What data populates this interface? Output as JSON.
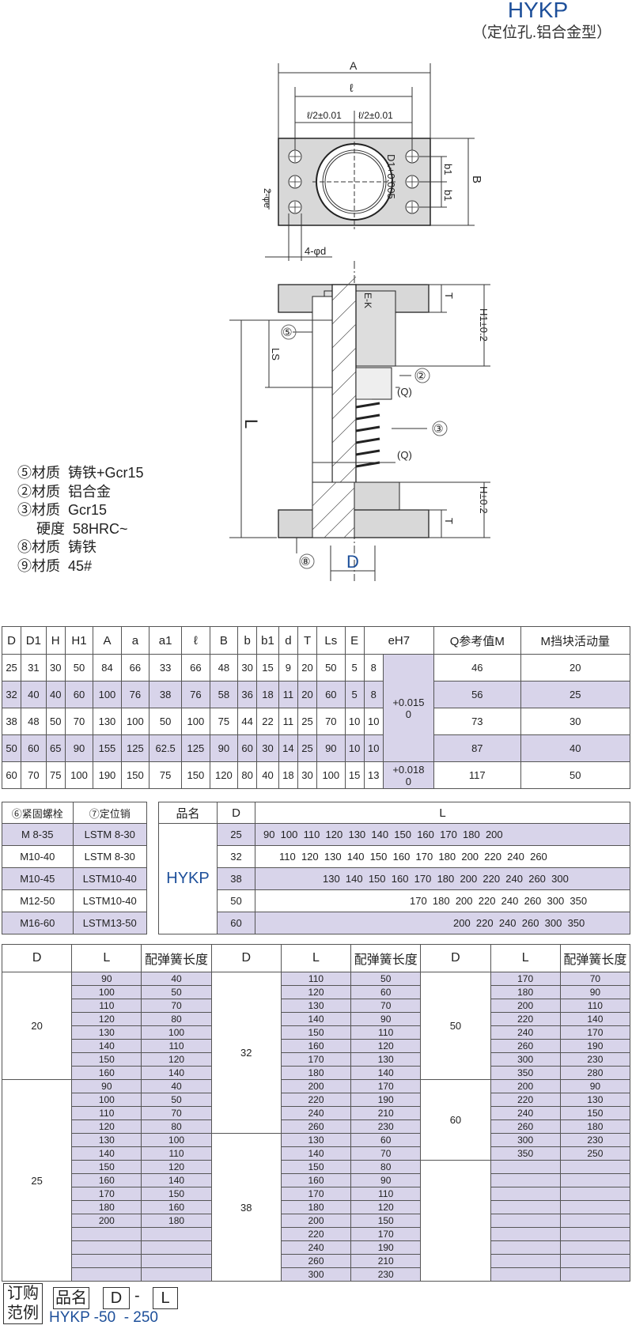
{
  "header": {
    "title": "HYKP",
    "subtitle": "（定位孔.铝合金型）"
  },
  "drawing": {
    "top_labels": {
      "A": "A",
      "l": "ℓ",
      "l2a": "ℓ/2±0.01",
      "l2b": "ℓ/2±0.01",
      "D1": "D1+0.005",
      "b1a": "b1",
      "b1b": "b1",
      "B": "B",
      "e": "2-φe",
      "d": "4-φd"
    },
    "side_labels": {
      "T1": "T",
      "H1": "H1±0.2",
      "EK": "E-K",
      "LS": "LS",
      "L": "L",
      "Q1": "(Q)",
      "Q2": "(Q)",
      "H": "H±0.2",
      "T2": "T",
      "D": "D"
    },
    "callouts": {
      "c5": "⑤",
      "c2": "②",
      "c3": "③",
      "c8": "⑧"
    }
  },
  "materials": [
    {
      "mark": "⑤",
      "label": "材质",
      "value": "铸铁+Gcr15"
    },
    {
      "mark": "②",
      "label": "材质",
      "value": "铝合金"
    },
    {
      "mark": "③",
      "label": "材质",
      "value": "Gcr15"
    },
    {
      "mark": "",
      "label": "硬度",
      "value": "58HRC~"
    },
    {
      "mark": "⑧",
      "label": "材质",
      "value": "铸铁"
    },
    {
      "mark": "⑨",
      "label": "材质",
      "value": "45#"
    }
  ],
  "spec_table": {
    "headers": [
      "D",
      "D1",
      "H",
      "H1",
      "A",
      "a",
      "a1",
      "ℓ",
      "B",
      "b",
      "b1",
      "d",
      "T",
      "Ls",
      "E",
      "eH7",
      "Q参考值M",
      "M挡块活动量"
    ],
    "rows": [
      [
        "25",
        "31",
        "30",
        "50",
        "84",
        "66",
        "33",
        "66",
        "48",
        "30",
        "15",
        "9",
        "20",
        "50",
        "5",
        "8",
        "46",
        "20"
      ],
      [
        "32",
        "40",
        "40",
        "60",
        "100",
        "76",
        "38",
        "76",
        "58",
        "36",
        "18",
        "11",
        "20",
        "60",
        "5",
        "8",
        "56",
        "25"
      ],
      [
        "38",
        "48",
        "50",
        "70",
        "130",
        "100",
        "50",
        "100",
        "75",
        "44",
        "22",
        "11",
        "25",
        "70",
        "10",
        "10",
        "73",
        "30"
      ],
      [
        "50",
        "60",
        "65",
        "90",
        "155",
        "125",
        "62.5",
        "125",
        "90",
        "60",
        "30",
        "14",
        "25",
        "90",
        "10",
        "10",
        "87",
        "40"
      ],
      [
        "60",
        "70",
        "75",
        "100",
        "190",
        "150",
        "75",
        "150",
        "120",
        "80",
        "40",
        "18",
        "30",
        "100",
        "15",
        "13",
        "117",
        "50"
      ]
    ],
    "tol1a": "+0.015",
    "tol1b": "0",
    "tol2a": "+0.018",
    "tol2b": "0"
  },
  "bolt_table": {
    "headers": [
      "⑥紧固螺栓",
      "⑦定位销"
    ],
    "rows": [
      [
        "M 8-35",
        "LSTM 8-30"
      ],
      [
        "M10-40",
        "LSTM 8-30"
      ],
      [
        "M10-45",
        "LSTM10-40"
      ],
      [
        "M12-50",
        "LSTM10-40"
      ],
      [
        "M16-60",
        "LSTM13-50"
      ]
    ]
  },
  "length_table": {
    "headers": [
      "品名",
      "D",
      "L"
    ],
    "model": "HYKP",
    "rows": [
      {
        "D": "25",
        "L": "90  100  110  120  130  140  150  160  170  180  200"
      },
      {
        "D": "32",
        "L": "110  120  130  140  150  160  170  180  200  220  240  260"
      },
      {
        "D": "38",
        "L": "130  140  150  160  170  180  200  220  240  260  300"
      },
      {
        "D": "50",
        "L": "170  180  200  220  240  260  300  350"
      },
      {
        "D": "60",
        "L": "200  220  240  260  300  350"
      }
    ]
  },
  "spring_table": {
    "headers": [
      "D",
      "L",
      "配弹簧长度",
      "D",
      "L",
      "配弹簧长度",
      "D",
      "L",
      "配弹簧长度"
    ],
    "groups": [
      {
        "D": "20",
        "rows": [
          [
            "90",
            "40"
          ],
          [
            "100",
            "50"
          ],
          [
            "110",
            "70"
          ],
          [
            "120",
            "80"
          ],
          [
            "130",
            "100"
          ],
          [
            "140",
            "110"
          ],
          [
            "150",
            "120"
          ],
          [
            "160",
            "140"
          ]
        ]
      },
      {
        "D": "25",
        "rows": [
          [
            "90",
            "40"
          ],
          [
            "100",
            "50"
          ],
          [
            "110",
            "70"
          ],
          [
            "120",
            "80"
          ],
          [
            "130",
            "100"
          ],
          [
            "140",
            "110"
          ],
          [
            "150",
            "120"
          ],
          [
            "160",
            "140"
          ],
          [
            "170",
            "150"
          ],
          [
            "180",
            "160"
          ],
          [
            "200",
            "180"
          ]
        ]
      },
      {
        "D": "32",
        "rows": [
          [
            "110",
            "50"
          ],
          [
            "120",
            "60"
          ],
          [
            "130",
            "70"
          ],
          [
            "140",
            "90"
          ],
          [
            "150",
            "110"
          ],
          [
            "160",
            "120"
          ],
          [
            "170",
            "130"
          ],
          [
            "180",
            "140"
          ],
          [
            "200",
            "170"
          ],
          [
            "220",
            "190"
          ],
          [
            "240",
            "210"
          ],
          [
            "260",
            "230"
          ]
        ]
      },
      {
        "D": "38",
        "rows": [
          [
            "130",
            "60"
          ],
          [
            "140",
            "70"
          ],
          [
            "150",
            "80"
          ],
          [
            "160",
            "90"
          ],
          [
            "170",
            "110"
          ],
          [
            "180",
            "120"
          ],
          [
            "200",
            "150"
          ],
          [
            "220",
            "170"
          ],
          [
            "240",
            "190"
          ],
          [
            "260",
            "210"
          ],
          [
            "300",
            "230"
          ]
        ]
      },
      {
        "D": "50",
        "rows": [
          [
            "170",
            "70"
          ],
          [
            "180",
            "90"
          ],
          [
            "200",
            "110"
          ],
          [
            "220",
            "140"
          ],
          [
            "240",
            "170"
          ],
          [
            "260",
            "190"
          ],
          [
            "300",
            "230"
          ],
          [
            "350",
            "280"
          ]
        ]
      },
      {
        "D": "60",
        "rows": [
          [
            "200",
            "90"
          ],
          [
            "220",
            "130"
          ],
          [
            "240",
            "150"
          ],
          [
            "260",
            "180"
          ],
          [
            "300",
            "230"
          ],
          [
            "350",
            "250"
          ]
        ]
      }
    ]
  },
  "order": {
    "label1": "订购",
    "label2": "范例",
    "name": "品名",
    "d": "D",
    "dash": "-",
    "l": "L",
    "example": "HYKP -50  - 250"
  }
}
